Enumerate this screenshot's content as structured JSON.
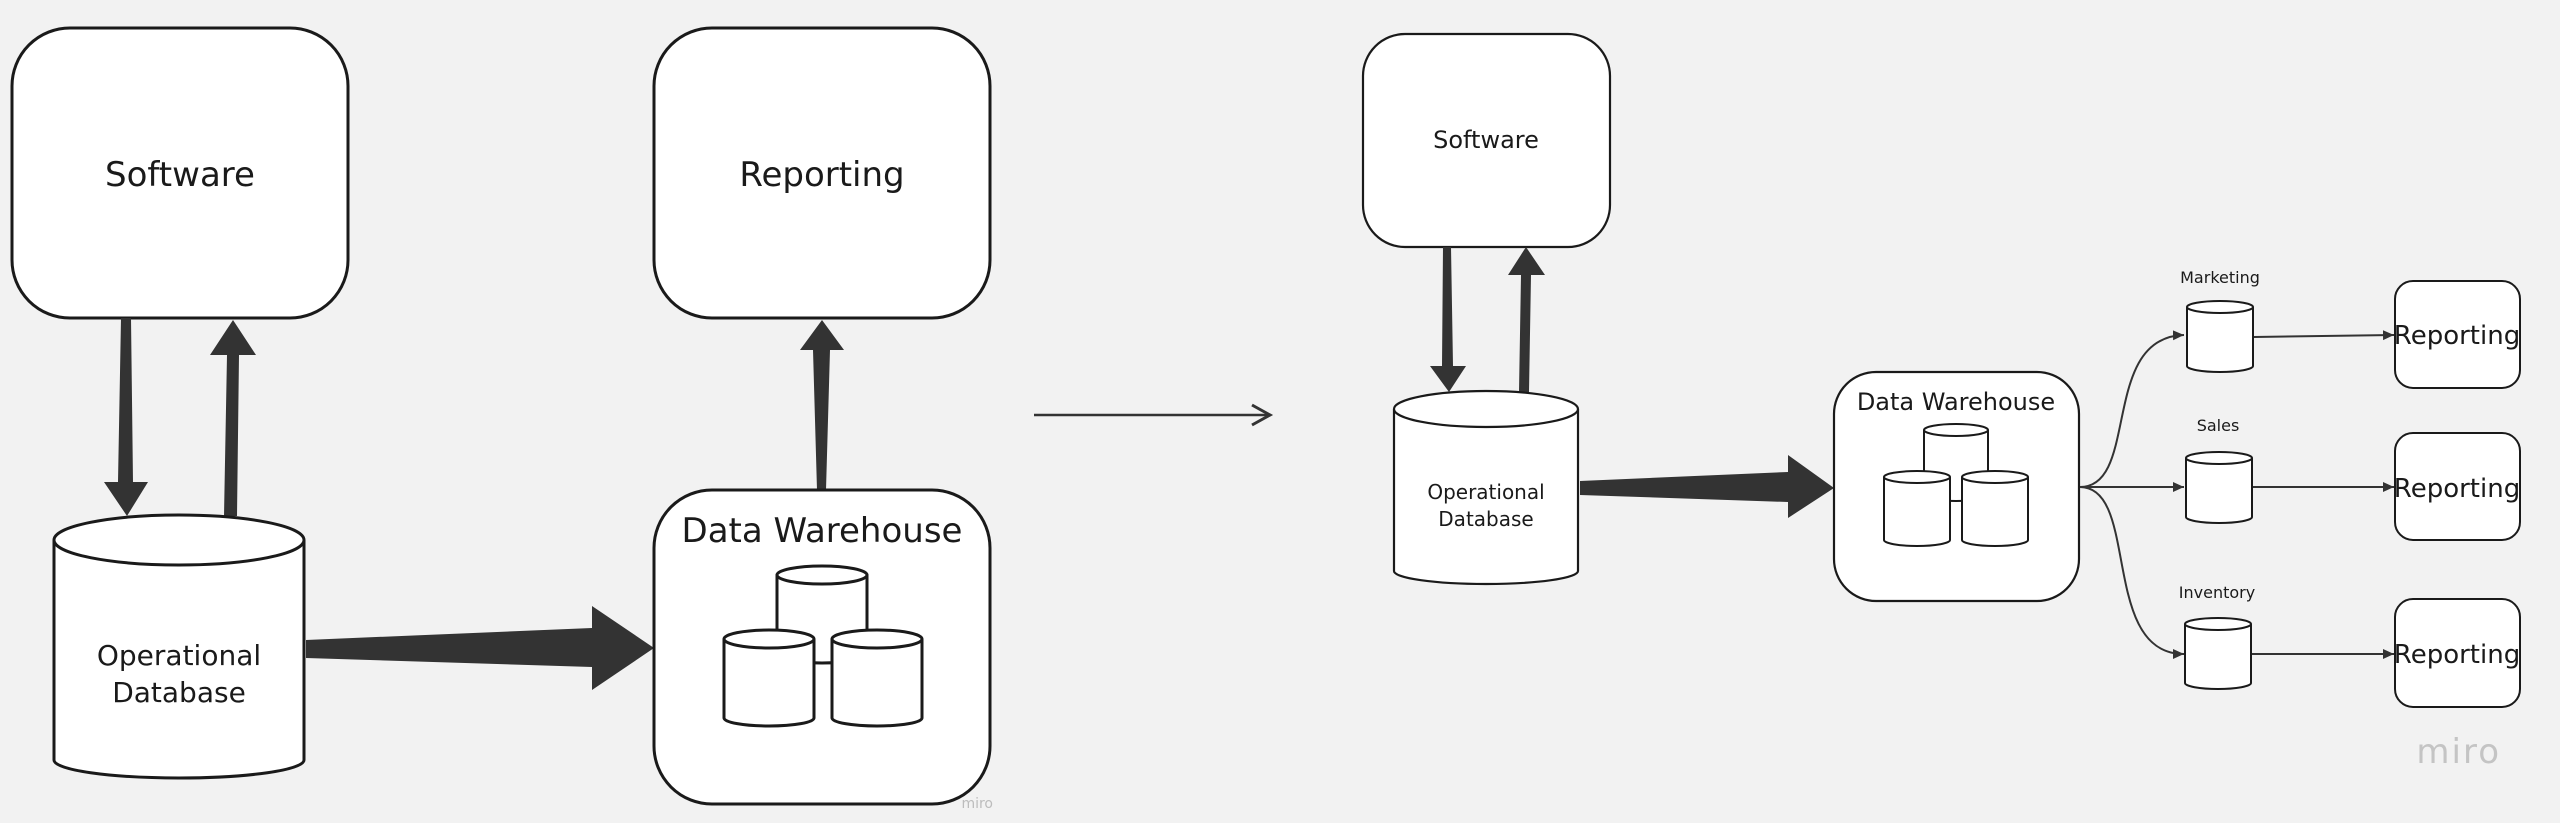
{
  "left_diagram": {
    "software": "Software",
    "reporting": "Reporting",
    "operational_db": [
      "Operational",
      "Database"
    ],
    "data_warehouse": "Data Warehouse",
    "watermark": "miro"
  },
  "right_diagram": {
    "software": "Software",
    "operational_db": [
      "Operational",
      "Database"
    ],
    "data_warehouse": "Data Warehouse",
    "data_marts": [
      {
        "label": "Marketing",
        "report": "Reporting"
      },
      {
        "label": "Sales",
        "report": "Reporting"
      },
      {
        "label": "Inventory",
        "report": "Reporting"
      }
    ],
    "watermark": "miro"
  },
  "colors": {
    "background": "#f2f2f2",
    "stroke": "#1a1a1a",
    "arrow": "#333333",
    "node_fill": "#ffffff",
    "watermark": "#bcbcbc"
  }
}
